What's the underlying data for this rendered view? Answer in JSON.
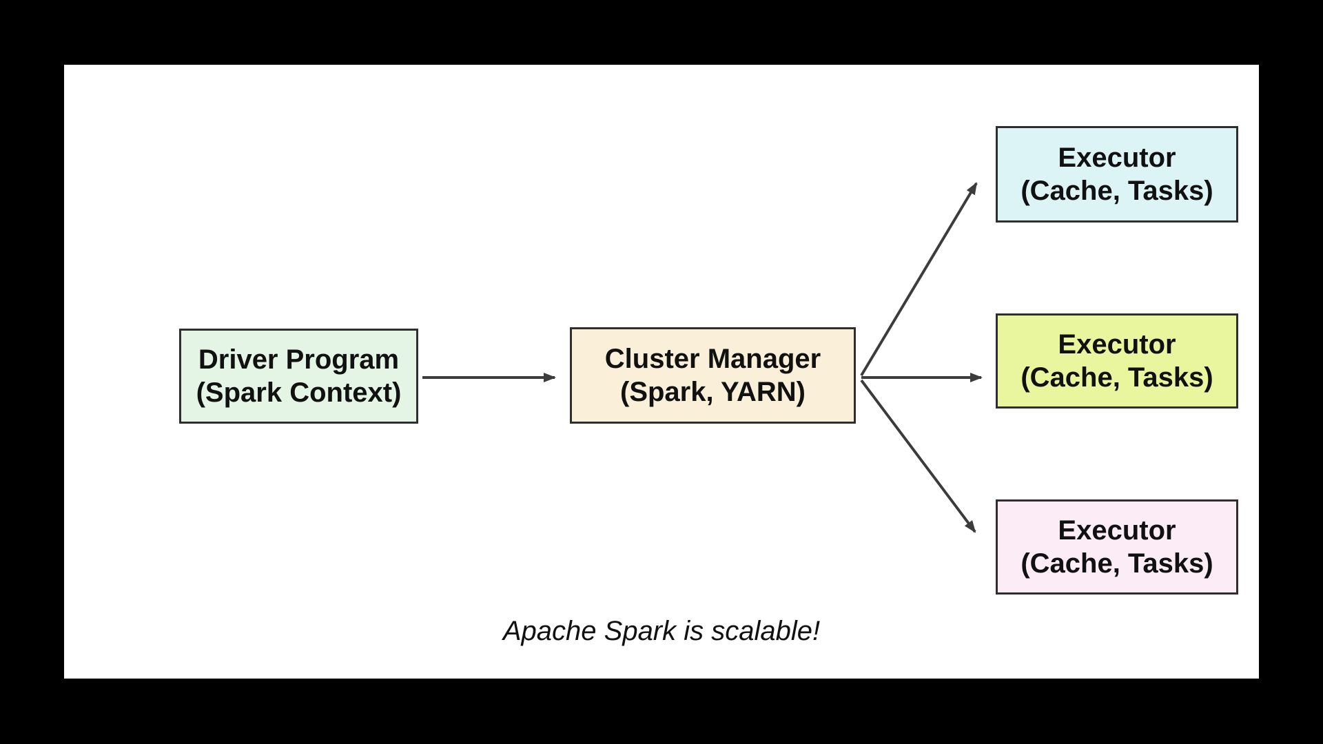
{
  "nodes": {
    "driver": {
      "line1": "Driver Program",
      "line2": "(Spark Context)",
      "bg": "#e4f4e5"
    },
    "cluster": {
      "line1": "Cluster Manager",
      "line2": "(Spark, YARN)",
      "bg": "#faf0d9"
    },
    "executor_top": {
      "line1": "Executor",
      "line2": "(Cache, Tasks)",
      "bg": "#ddf4f6"
    },
    "executor_middle": {
      "line1": "Executor",
      "line2": "(Cache, Tasks)",
      "bg": "#eaf69d"
    },
    "executor_bottom": {
      "line1": "Executor",
      "line2": "(Cache, Tasks)",
      "bg": "#fbecf5"
    }
  },
  "caption": "Apache Spark is scalable!",
  "colors": {
    "background": "#000000",
    "canvas": "#ffffff",
    "border": "#2e2e2e",
    "arrow": "#3c3c3c",
    "text": "#111111"
  }
}
